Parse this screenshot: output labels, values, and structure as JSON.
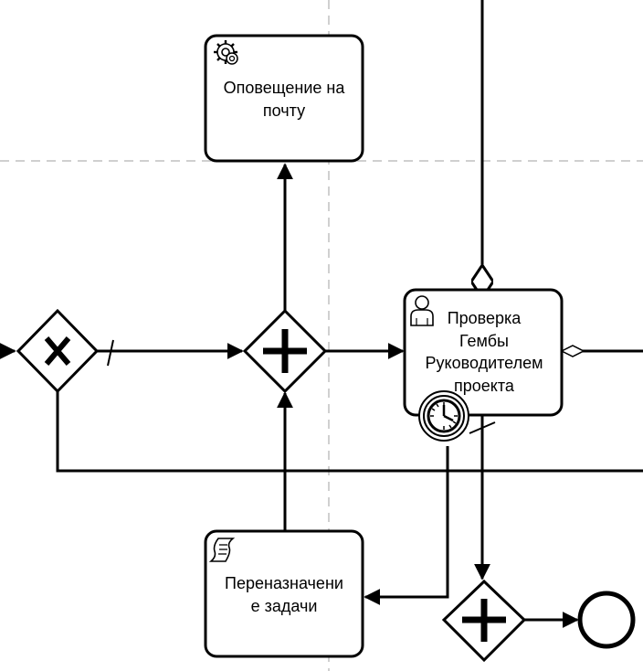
{
  "diagram": {
    "tasks": {
      "notify": {
        "label_lines": [
          "Оповещение на",
          "почту"
        ],
        "icon": "gear-icon",
        "type": "service-task"
      },
      "review": {
        "label_lines": [
          "Проверка",
          "Гембы",
          "Руководителем",
          "проекта"
        ],
        "icon": "user-icon",
        "type": "user-task"
      },
      "reassign": {
        "label_lines": [
          "Переназначени",
          "е задачи"
        ],
        "icon": "script-icon",
        "type": "script-task"
      }
    },
    "gateways": [
      {
        "id": "exclusive",
        "type": "exclusive",
        "icon": "x-icon"
      },
      {
        "id": "parallel-split",
        "type": "parallel",
        "icon": "plus-icon"
      },
      {
        "id": "parallel-join",
        "type": "parallel",
        "icon": "plus-icon"
      }
    ],
    "events": [
      {
        "id": "timer-boundary",
        "type": "boundary-timer",
        "icon": "clock-icon"
      },
      {
        "id": "end",
        "type": "end-event"
      }
    ],
    "colors": {
      "stroke": "#000000",
      "fill": "#ffffff",
      "guide": "#d0d0d0"
    }
  }
}
